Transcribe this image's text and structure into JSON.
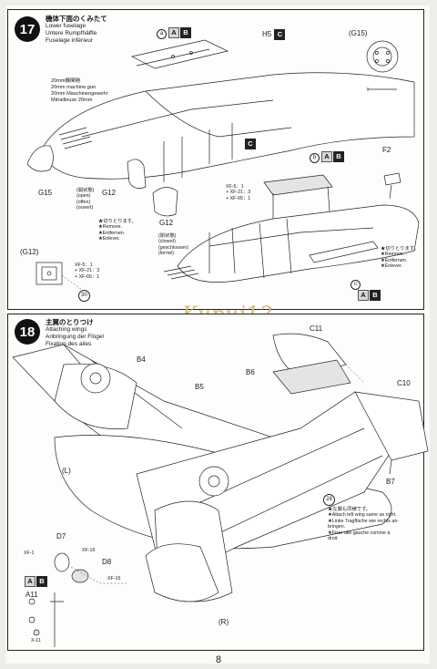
{
  "page": {
    "number": "8"
  },
  "watermark": "Kupuj12",
  "step17": {
    "number": "17",
    "title_jp": "機体下面のくみたて",
    "title_en": "Lower fuselage",
    "title_de": "Untere Rumpfhälfte",
    "title_fr": "Fuselage inférieur",
    "gun_label_jp": "20mm機関砲",
    "gun_label_en": "20mm machine gun",
    "gun_label_de": "20mm Maschinengewehr",
    "gun_label_fr": "Mitrailleuse 20mm",
    "parts": {
      "h5": "H5",
      "g15": "G15",
      "g12_open": "G12",
      "g12_closed": "G12",
      "f2": "F2",
      "g15_inset": "(G15)",
      "g12_inset": "(G12)"
    },
    "badge_a": "a",
    "badge_b": "b",
    "badge_c": "c",
    "letter_A": "A",
    "letter_B": "B",
    "letter_C": "C",
    "open_label": [
      "(開状態)",
      "(open)",
      "(offen)",
      "(ouvert)"
    ],
    "closed_label": [
      "(閉状態)",
      "(closed)",
      "(geschlossen)",
      "(fermé)"
    ],
    "remove_label": [
      "★切りとります。",
      "★Remove.",
      "★Entfernen.",
      "★Enlever."
    ],
    "remove_label2": [
      "★切りとります。",
      "★Remove.",
      "★Entfernen.",
      "★Enlever."
    ],
    "variants": [
      "XF-5：1",
      "+ XF-21：3",
      "+ XF-65：1"
    ],
    "variants_inset": [
      "XF-5：1",
      "+ XF-21：3",
      "+ XF-65：1"
    ],
    "ref_number": "30"
  },
  "step18": {
    "number": "18",
    "title_jp": "主翼のとりつけ",
    "title_en": "Attaching wings",
    "title_de": "Anbringung der Flügel",
    "title_fr": "Fixation des ailes",
    "parts": {
      "c11": "C11",
      "b4": "B4",
      "b5": "B5",
      "b6": "B6",
      "c10": "C10",
      "b7": "B7",
      "d7": "D7",
      "d8": "D8",
      "a11": "A11",
      "left": "(L)",
      "right": "(R)"
    },
    "paints": {
      "xf1": "XF-1",
      "xf16a": "XF-16",
      "xf16b": "XF-16",
      "x11": "X-11"
    },
    "ref_number": "28",
    "note_left": [
      "★左翼も同様です。",
      "★Attach left wing same as right.",
      "★Linke Tragfläche wie rechts an-",
      "bringen.",
      "★Fixer aile gauche comme à",
      "droit."
    ],
    "letter_A": "A",
    "letter_B": "B"
  }
}
